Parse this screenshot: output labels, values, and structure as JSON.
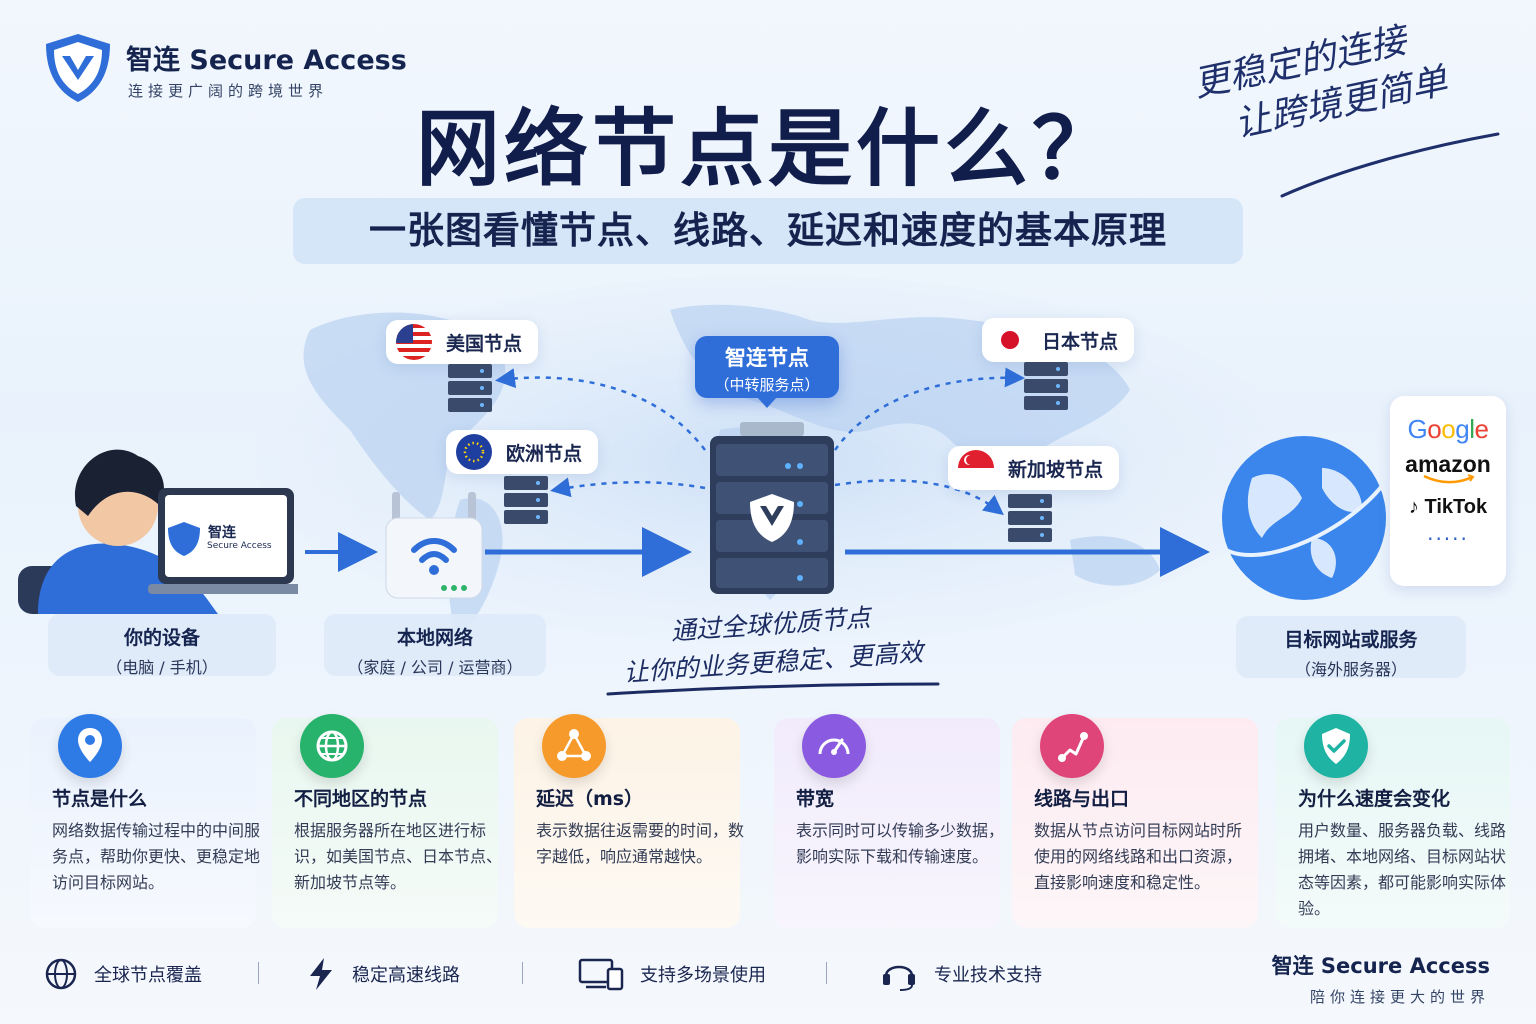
{
  "brand": {
    "name": "智连 Secure Access",
    "tagline": "连接更广阔的跨境世界"
  },
  "title": "网络节点是什么？",
  "subtitle": "一张图看懂节点、线路、延迟和速度的基本原理",
  "slogan": {
    "line1": "更稳定的连接",
    "line2": "让跨境更简单"
  },
  "diagram": {
    "nodes": {
      "us": "美国节点",
      "eu": "欧洲节点",
      "jp": "日本节点",
      "sg": "新加坡节点"
    },
    "center": {
      "title": "智连节点",
      "subtitle": "（中转服务点）"
    },
    "laptop_brand": {
      "name": "智连",
      "sub": "Secure Access"
    },
    "device": {
      "title": "你的设备",
      "subtitle": "（电脑 / 手机）"
    },
    "local": {
      "title": "本地网络",
      "subtitle": "（家庭 / 公司 / 运营商）"
    },
    "target": {
      "title": "目标网站或服务",
      "subtitle": "（海外服务器）"
    },
    "note": {
      "line1": "通过全球优质节点",
      "line2": "让你的业务更稳定、更高效"
    },
    "services": {
      "google": "Google",
      "amazon": "amazon",
      "tiktok": "TikTok",
      "more": "....."
    }
  },
  "cards": [
    {
      "title": "节点是什么",
      "body": "网络数据传输过程中的中间服务点，帮助你更快、更稳定地访问目标网站。",
      "icon": "location-pin-icon",
      "color": "#2f7be6"
    },
    {
      "title": "不同地区的节点",
      "body": "根据服务器所在地区进行标识，如美国节点、日本节点、新加坡节点等。",
      "icon": "globe-icon",
      "color": "#28b36c"
    },
    {
      "title": "延迟（ms）",
      "body": "表示数据往返需要的时间，数字越低，响应通常越快。",
      "icon": "network-icon",
      "color": "#f59a2b"
    },
    {
      "title": "带宽",
      "body": "表示同时可以传输多少数据，影响实际下载和传输速度。",
      "icon": "speedometer-icon",
      "color": "#8a5be0"
    },
    {
      "title": "线路与出口",
      "body": "数据从节点访问目标网站时所使用的网络线路和出口资源，直接影响速度和稳定性。",
      "icon": "route-icon",
      "color": "#e0457a"
    },
    {
      "title": "为什么速度会变化",
      "body": "用户数量、服务器负载、线路拥堵、本地网络、目标网站状态等因素，都可能影响实际体验。",
      "icon": "shield-check-icon",
      "color": "#1fb3a3"
    }
  ],
  "footer": {
    "items": [
      "全球节点覆盖",
      "稳定高速线路",
      "支持多场景使用",
      "专业技术支持"
    ],
    "brand": "智连 Secure Access",
    "tagline": "陪你连接更大的世界"
  }
}
